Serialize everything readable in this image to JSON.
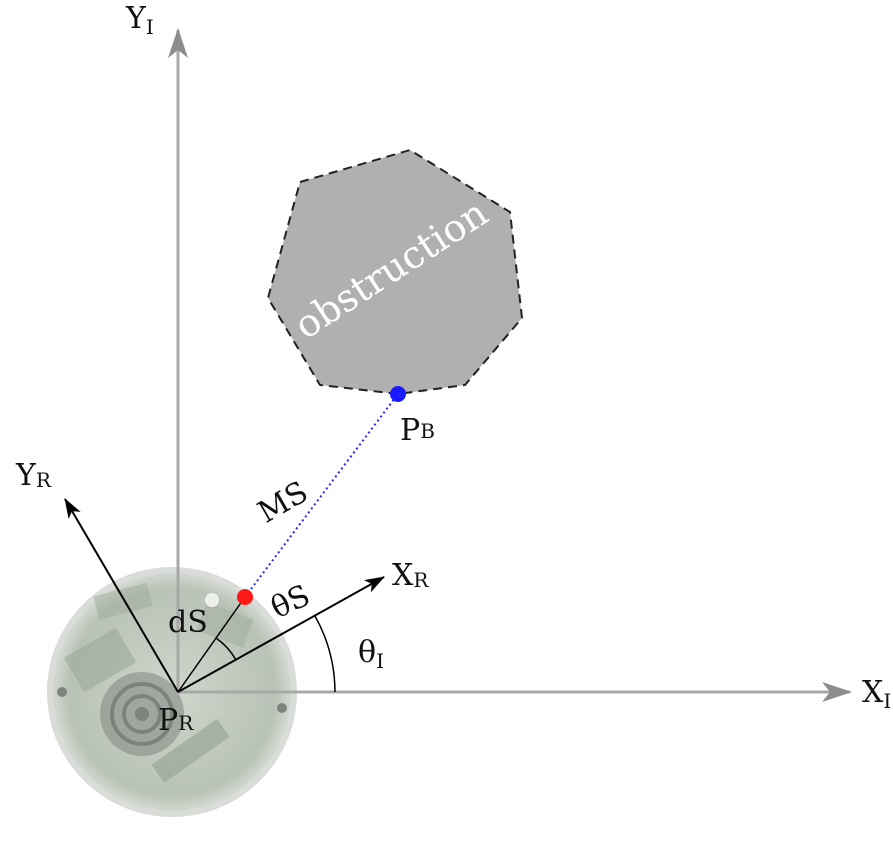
{
  "colors": {
    "inertial_axis": "#a8a8a8",
    "robot_axis": "#000000",
    "obstruction_fill": "#b0b0b0",
    "sensor_point": "#ff1a1a",
    "obstacle_point": "#1a1aff",
    "measurement_line": "#2a2ae0"
  },
  "labels": {
    "y_inertial": {
      "main": "Y",
      "sub": "I"
    },
    "x_inertial": {
      "main": "X",
      "sub": "I"
    },
    "y_robot": {
      "main": "Y",
      "sub": "R"
    },
    "x_robot": {
      "main": "X",
      "sub": "R"
    },
    "robot_point": {
      "main": "P",
      "sub": "R"
    },
    "obstacle_point": {
      "main": "P",
      "sub": "B"
    },
    "sensor_distance": "d",
    "sensor_distance_sub": "S",
    "measurement": "M",
    "measurement_sub": "S",
    "theta_sensor": "θ",
    "theta_sensor_sub": "S",
    "theta_inertial": "θ",
    "theta_inertial_sub": "I",
    "obstruction": "obstruction"
  },
  "icons": {
    "robot": "robot-top-view-icon"
  }
}
